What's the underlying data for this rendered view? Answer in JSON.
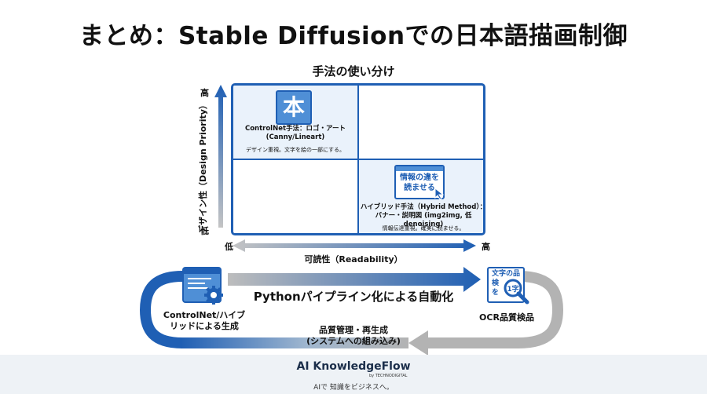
{
  "title": "まとめ：Stable Diffusionでの日本語描画制御",
  "grid": {
    "title": "手法の使い分け",
    "y_axis": {
      "label": "デザイン性（Design Priority）",
      "high": "高",
      "low": "低"
    },
    "x_axis": {
      "label": "可読性（Readability）",
      "low": "低",
      "high": "高"
    },
    "top_left": {
      "icon_text": "本",
      "title": "ControlNet手法：ロゴ・アート",
      "subtitle": "(Canny/Lineart)",
      "desc": "デザイン重視。文字を絵の一部にする。"
    },
    "bottom_right": {
      "icon_lines": [
        "情報の違を",
        "読ませる"
      ],
      "title": "ハイブリッド手法（Hybrid Method）：",
      "subtitle": "バナー・説明図 (img2img, 低denoising)",
      "desc": "情報伝達重視。確実に読ませる。"
    }
  },
  "workflow": {
    "center_label": "Pythonパイプライン化による自動化",
    "left_node": {
      "lines": [
        "ControlNet/ハイブ",
        "リッドによる生成"
      ]
    },
    "right_node": {
      "label": "OCR品質検品",
      "icon_lines": [
        "文字の品",
        "検",
        "を",
        "1字"
      ]
    },
    "bottom_label": {
      "lines": [
        "品質管理・再生成",
        "(システムへの組み込み)"
      ]
    }
  },
  "footer": {
    "brand": "AI KnowledgeFlow",
    "by": "by TECHNODIGITAL",
    "tagline": "AIで 知識をビジネスへ。"
  },
  "colors": {
    "primary": "#1f5fb4",
    "light": "#eaf2fb",
    "gray": "#b3b3b3",
    "footer": "#eef2f6"
  }
}
